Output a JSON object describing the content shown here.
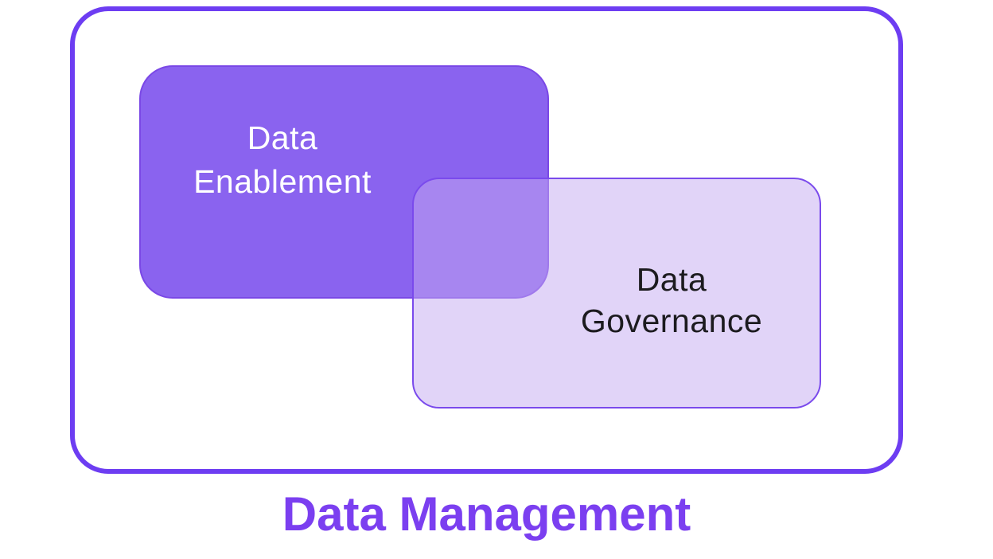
{
  "diagram": {
    "type": "venn-overlap",
    "title": "Data Management",
    "sets": {
      "enablement": {
        "line1": "Data",
        "line2": "Enablement",
        "fill_color": "#8a63ef",
        "border_color": "#7a48e6",
        "text_color": "#ffffff"
      },
      "governance": {
        "line1": "Data",
        "line2": "Governance",
        "fill_color": "#e1d4f8",
        "border_color": "#7a4aec",
        "text_color": "#1c1b1f"
      }
    },
    "overlap_color": "#a88bf0",
    "outer_box": {
      "border_color": "#6d3df2",
      "fill_color": "#ffffff"
    },
    "title_color": "#7b3ff0",
    "background_color": "#ffffff"
  }
}
